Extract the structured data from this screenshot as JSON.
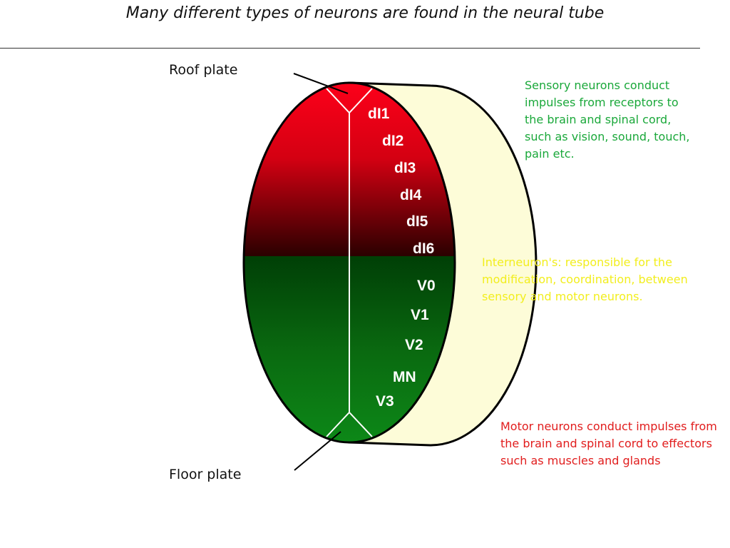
{
  "title": "Many different types of neurons are found in the neural tube",
  "labels": {
    "roof_plate": "Roof plate",
    "floor_plate": "Floor plate"
  },
  "domains": [
    "dI1",
    "dI2",
    "dI3",
    "dI4",
    "dI5",
    "dI6",
    "V0",
    "V1",
    "V2",
    "MN",
    "V3"
  ],
  "notes": {
    "sensory": "Sensory neurons conduct impulses from receptors to the brain and spinal cord, such as vision, sound, touch, pain etc.",
    "interneuron": "Interneuron's: responsible for the modification, coordination, between sensory and motor neurons.",
    "motor": "Motor neurons conduct impulses from the brain and spinal cord to effectors such as muscles and glands"
  },
  "colors": {
    "dorsal": "#e8001a",
    "ventral": "#0a7a14",
    "cylinder_side": "#fdfcd8",
    "sensory_text": "#1aa83a",
    "interneuron_text": "#f2ee1e",
    "motor_text": "#e11d1d"
  }
}
